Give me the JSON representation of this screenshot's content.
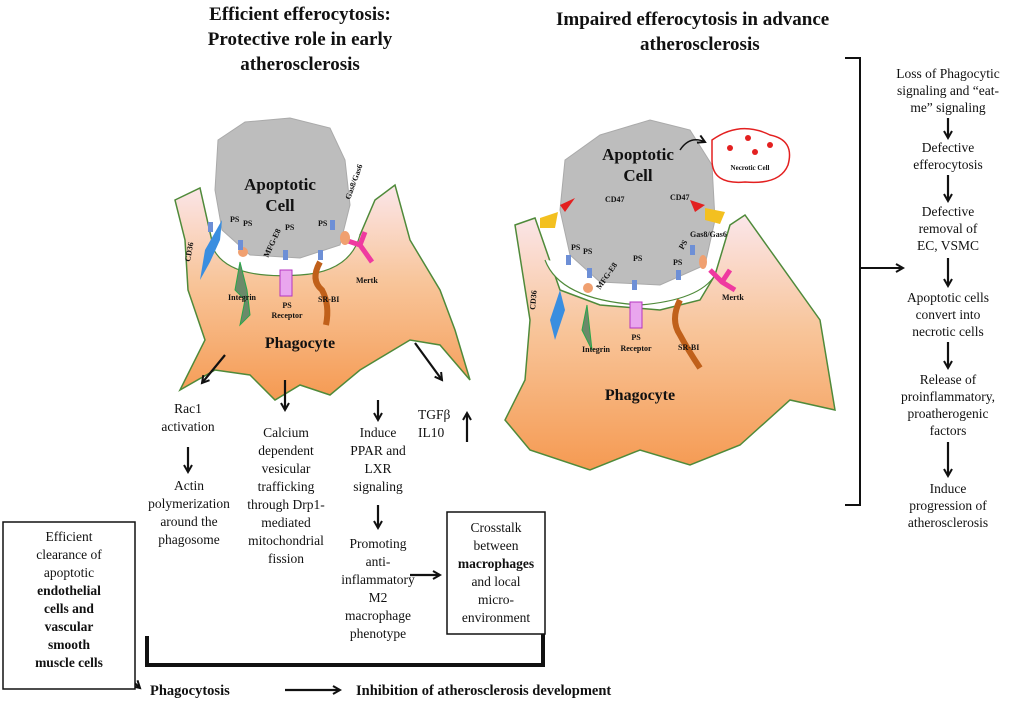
{
  "left_panel": {
    "title": [
      "Efficient  efferocytosis:",
      "Protective role in early",
      "atherosclerosis"
    ],
    "apoptotic_cell": [
      "Apoptotic",
      "Cell"
    ],
    "phagocyte": "Phagocyte",
    "labels": {
      "ps": "PS",
      "cd36": "CD36",
      "mfge8": "MFG-E8",
      "gas": "Gas8/Gas6",
      "integrin": "Integrin",
      "ps_receptor": [
        "PS",
        "Receptor"
      ],
      "srbi": "SR-BI",
      "mertk": "Mertk"
    },
    "pathways": {
      "rac1": [
        "Rac1",
        "activation"
      ],
      "actin": [
        "Actin",
        "polymerization",
        "around the",
        "phagosome"
      ],
      "calcium": [
        "Calcium",
        "dependent",
        "vesicular",
        "trafficking",
        "through Drp1-",
        "mediated",
        "mitochondrial",
        "fission"
      ],
      "ppar": [
        "Induce",
        "PPAR and",
        "LXR",
        "signaling"
      ],
      "m2": [
        "Promoting",
        "anti-",
        "inflammatory",
        "M2",
        "macrophage",
        "phenotype"
      ],
      "cytokines": [
        "TGFβ",
        "IL10"
      ]
    },
    "crosstalk_box": [
      "Crosstalk",
      "between",
      "macrophages",
      "and local",
      "micro-",
      "environment"
    ],
    "clearance_box": [
      "Efficient",
      "clearance of",
      "apoptotic",
      "endothelial",
      "cells and",
      "vascular",
      "smooth",
      "muscle cells"
    ],
    "bottom": {
      "phagocytosis": "Phagocytosis",
      "inhibition": "Inhibition of atherosclerosis development"
    }
  },
  "right_panel": {
    "title": [
      "Impaired  efferocytosis in advance",
      "atherosclerosis"
    ],
    "apoptotic_cell": [
      "Apoptotic",
      "Cell"
    ],
    "necrotic_cell": "Necrotic Cell",
    "phagocyte": "Phagocyte",
    "labels": {
      "cd47": "CD47",
      "ps": "PS",
      "cd36": "CD36",
      "mfge8": "MFG-E8",
      "gas": "Gas8/Gas6",
      "integrin": "Integrin",
      "ps_receptor": [
        "PS",
        "Receptor"
      ],
      "srbi": "SR-BI",
      "mertk": "Mertk"
    },
    "cascade": [
      [
        "Loss of Phagocytic",
        "signaling and “eat-",
        "me” signaling"
      ],
      [
        "Defective",
        "efferocytosis"
      ],
      [
        "Defective",
        "removal of",
        "EC, VSMC"
      ],
      [
        "Apoptotic cells",
        "convert into",
        "necrotic cells"
      ],
      [
        "Release of",
        "proinflammatory,",
        "proatherogenic",
        "factors"
      ],
      [
        "Induce",
        "progression of",
        "atherosclerosis"
      ]
    ]
  },
  "colors": {
    "phagocyte_top": "#f9d9d9",
    "phagocyte_bottom": "#f6a45c",
    "outline": "#4f8a3a",
    "cell": "#bdbdbd",
    "necrotic": "#e32020",
    "receptor_blue": "#6d8fd6"
  }
}
